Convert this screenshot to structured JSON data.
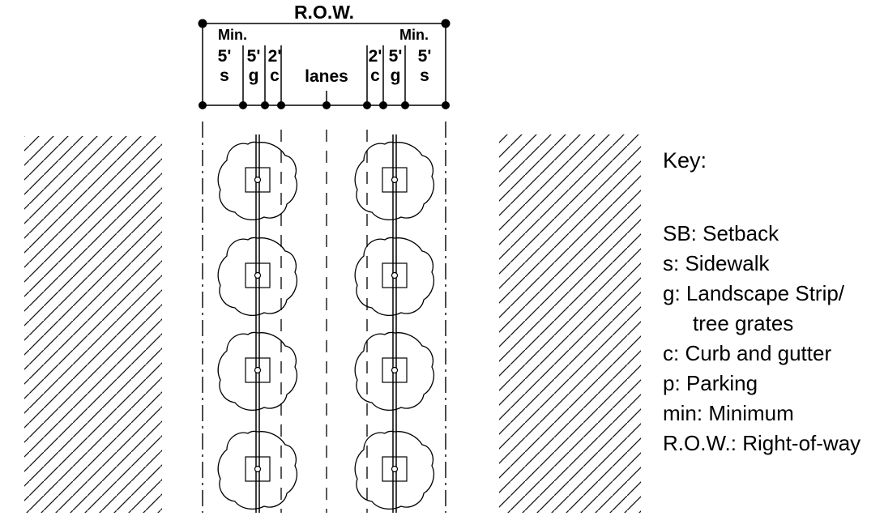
{
  "diagram": {
    "row_label": "R.O.W.",
    "min_left": "Min.",
    "min_right": "Min.",
    "lanes_label": "lanes",
    "dims_left": [
      {
        "value": "5'",
        "letter": "s"
      },
      {
        "value": "5'",
        "letter": "g"
      },
      {
        "value": "2'",
        "letter": "c"
      }
    ],
    "dims_right": [
      {
        "value": "2'",
        "letter": "c"
      },
      {
        "value": "5'",
        "letter": "g"
      },
      {
        "value": "5'",
        "letter": "s"
      }
    ],
    "colors": {
      "line": "#000000",
      "background": "#ffffff"
    }
  },
  "key": {
    "title": "Key:",
    "entries": [
      {
        "text": "SB: Setback"
      },
      {
        "text": "s: Sidewalk"
      },
      {
        "text": "g: Landscape Strip/"
      },
      {
        "text": "tree grates"
      },
      {
        "text": "c: Curb and gutter"
      },
      {
        "text": "p: Parking"
      },
      {
        "text": "min: Minimum"
      },
      {
        "text": "R.O.W.: Right-of-way"
      }
    ]
  }
}
